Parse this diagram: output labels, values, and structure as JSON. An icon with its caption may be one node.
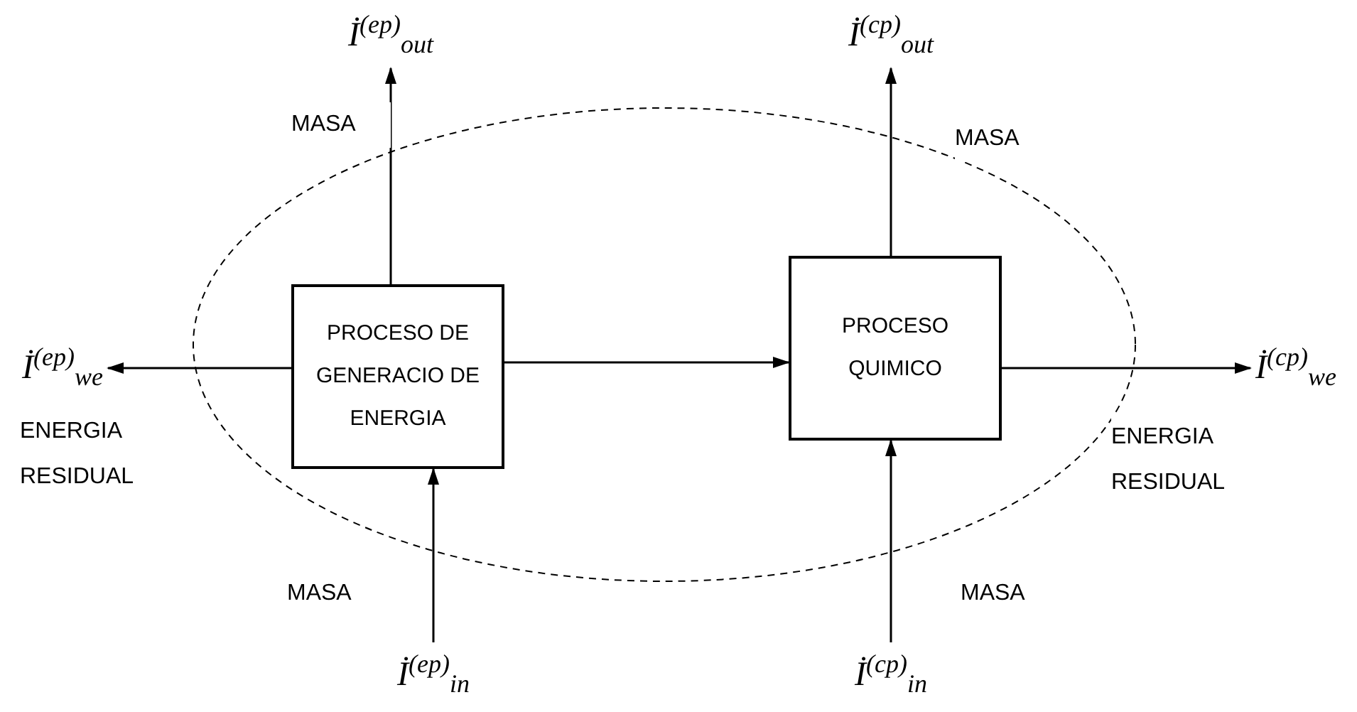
{
  "diagram": {
    "nodes": [
      {
        "text": [],
        "shape": "ellipse"
      },
      {
        "text": [
          "PROCESO DE GENERACIO DE ENERGIA"
        ],
        "in": 0
      },
      {
        "text": [
          "PROCESO QUIMICO"
        ],
        "in": 0
      },
      {
        "text": [
          "İ$^{(ep)}$$_{out}$"
        ]
      },
      {
        "text": [
          "İ$^{(cp)}$$_{out}$"
        ]
      },
      {
        "text": [
          "İ$^{(ep)}$$_{we}$"
        ]
      },
      {
        "text": [
          "İ$^{(cp)}$$_{we}$"
        ]
      },
      {
        "text": [
          "İ$^{(ep)}$$_{in}$"
        ]
      },
      {
        "text": [
          "İ$^{(cp)}$$_{in}$"
        ]
      }
    ],
    "edges": [
      {
        "from": 1,
        "to": 3,
        "arrow": "to"
      },
      {
        "from": 2,
        "to": 4,
        "arrow": "to"
      },
      {
        "from": 1,
        "to": 5,
        "arrow": "to"
      },
      {
        "from": 1,
        "to": 2,
        "arrow": "to"
      },
      {
        "from": 2,
        "to": 6,
        "arrow": "to"
      },
      {
        "from": 7,
        "to": 1,
        "arrow": "to"
      },
      {
        "from": 8,
        "to": 2,
        "arrow": "to"
      }
    ],
    "labels": [
      "MASA",
      "MASA",
      "ENERGIA RESIDUAL",
      "ENERGIA RESIDUAL",
      "MASA",
      "MASA"
    ]
  }
}
